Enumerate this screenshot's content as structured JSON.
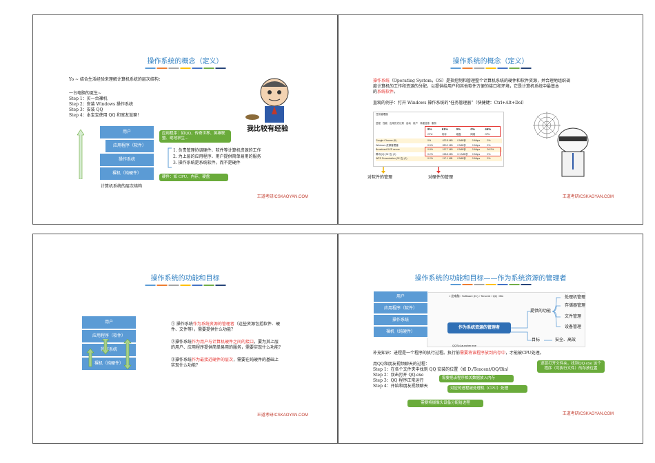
{
  "brand": "王道考研/CSKAOYAN.COM",
  "colors": {
    "title": "#2f7fc1",
    "accent_red": "#e53935",
    "green": "#6aab3b",
    "blue": "#5b9bd5"
  },
  "stripe_colors": [
    "#5b9bd5",
    "#ed7d31",
    "#a5a5a5",
    "#ffc000",
    "#4472c4",
    "#70ad47",
    "#264478"
  ],
  "slide1": {
    "title": "操作系统的概念（定义）",
    "intro": "Yo ~ 结合生活经验来理解计算机系统的层次结构：",
    "birth": "一台电脑的诞生~",
    "steps": [
      "Step 1：买一台裸机",
      "Step 2：安装 Windows 操作系统",
      "Step 3：安装 QQ",
      "Step 4：本宝宝使用 QQ 和室友尬聊！"
    ],
    "layers": [
      "用户",
      "应用程序（软件）",
      "操作系统",
      "裸机（纯硬件）"
    ],
    "caption": "计算机系统的层次结构",
    "app_callout": "应用程序：如QQ、传奇世界、英雄联盟、绝地求生...",
    "os_points": [
      "1.  负责管理协调硬件、软件等计算机资源的工作",
      "2.  为上层的应用程序、用户提供简单易用的服务",
      "3.  操作系统是系统软件，而不是硬件"
    ],
    "hw_callout": "硬件：如 CPU、内存、硬盘",
    "meme_text": "我比较有经验"
  },
  "slide2": {
    "title": "操作系统的概念（定义）",
    "def_red1": "操作系统",
    "def_rest1": "（Operating System，OS）是指控制和管理整个计算机系统的硬件和软件资源，并合理地组织调",
    "def_line2": "度计算机的工作和资源的分配，以提供给用户和其他软件方便的接口和环境，它是计算机系统中最基本",
    "def_line3_pre": "的",
    "def_red2": "系统软件",
    "def_line3_post": "。",
    "example": "直观的例子：打开 Windows 操作系统的“任务管理器”（快捷键：Ctrl+Alt+Del）",
    "tm_title": "任务管理器",
    "tm_tabs": [
      "进程",
      "性能",
      "应用历史记录",
      "启动",
      "用户",
      "详细信息",
      "服务"
    ],
    "tm_percent": [
      "8%",
      "61%",
      "0%",
      "0%",
      "46%"
    ],
    "tm_heads": [
      "CPU",
      "内存",
      "磁盘",
      "网络",
      "GPU"
    ],
    "tm_rows": [
      {
        "name": "Google Chrome (8)",
        "cpu": "0%",
        "mem": "422.8 MB",
        "disk": "0 MB/秒",
        "net": "0 Mbps",
        "gpu": "0%"
      },
      {
        "name": "Windows 资源管理器",
        "cpu": "0.5%",
        "mem": "280.2 MB",
        "disk": "0 MB/秒",
        "net": "0 Mbps",
        "gpu": "0%"
      },
      {
        "name": "Broadcast DVR server",
        "cpu": "0.8%",
        "mem": "197.7 MB",
        "disk": "0 MB/秒",
        "net": "0 Mbps",
        "gpu": "26.2%"
      },
      {
        "name": "腾讯QQ (32 位) (2)",
        "cpu": "0.2%",
        "mem": "158.8 MB",
        "disk": "0.1 MB/秒",
        "net": "0 Mbps",
        "gpu": "0%"
      },
      {
        "name": "WPS Presentation (32 位) (2)",
        "cpu": "0.2%",
        "mem": "117.1 MB",
        "disk": "0 MB/秒",
        "net": "0 Mbps",
        "gpu": "0%"
      }
    ],
    "label_sw": "对软件的管理",
    "label_hw": "对硬件的管理"
  },
  "slide3": {
    "title": "操作系统的功能和目标",
    "layers": [
      "用户",
      "应用程序（软件）",
      "操作系统",
      "裸机（纯硬件）"
    ],
    "p1_pre": "① 操作系统",
    "p1_red": "作为系统资源的管理者",
    "p1_post": "（这些资源包括软件、硬",
    "p1_line2": "件、文件等），需要提供什么功能？",
    "p2_pre": "②操作系统",
    "p2_red": "作为用户与计算机硬件之间的接口",
    "p2_post": "，要为其上层",
    "p2_line2": "的用户、应用程序提供简单易用的服务，需要实现什么功能？",
    "p3_pre": "③操作系统",
    "p3_red": "作为最接近硬件的层次",
    "p3_post": "，需要在纯硬件的基础上",
    "p3_line2": "实现什么功能？"
  },
  "slide4": {
    "title": "操作系统的功能和目标——作为系统资源的管理者",
    "layers": [
      "用户",
      "应用程序（软件）",
      "操作系统",
      "裸机（纯硬件）"
    ],
    "path": "< 此电脑 › Software (D:) › Tencent › QQ › Bin",
    "badge": "作为系统资源的管理者",
    "provided": "提供的功能",
    "functions": [
      "处理机管理",
      "存储器管理",
      "文件管理",
      "设备管理"
    ],
    "goal": "目标",
    "goal_value": "安全、高效",
    "file_name": "QQScLauncher.exe",
    "supplement_pre": "补充知识：进程是一个程序的执行过程。执行前",
    "supplement_red": "需要将该程序放到内存中",
    "supplement_post": "，才能被CPU处理。",
    "process_head": "用QQ和朋友视频聊天的过程：",
    "steps": [
      "Step 1：在各个文件夹中找到 QQ 安装的位置（如 D:/Tencent/QQ/Bin）",
      "Step 2：双击打开 QQ.exe",
      "Step 3：QQ 程序正常运行",
      "Step 4：开始和朋友视频聊天"
    ],
    "callout_right": "逐层打开文件夹，找到QQ.exe 这个程序（可执行文件）的存放位置",
    "callout_mem": "需要把该程序相关数据放入内存",
    "callout_cpu": "对应的进程被处理机（CPU）处理",
    "callout_dev": "需要将摄像头设备分配给进程"
  }
}
